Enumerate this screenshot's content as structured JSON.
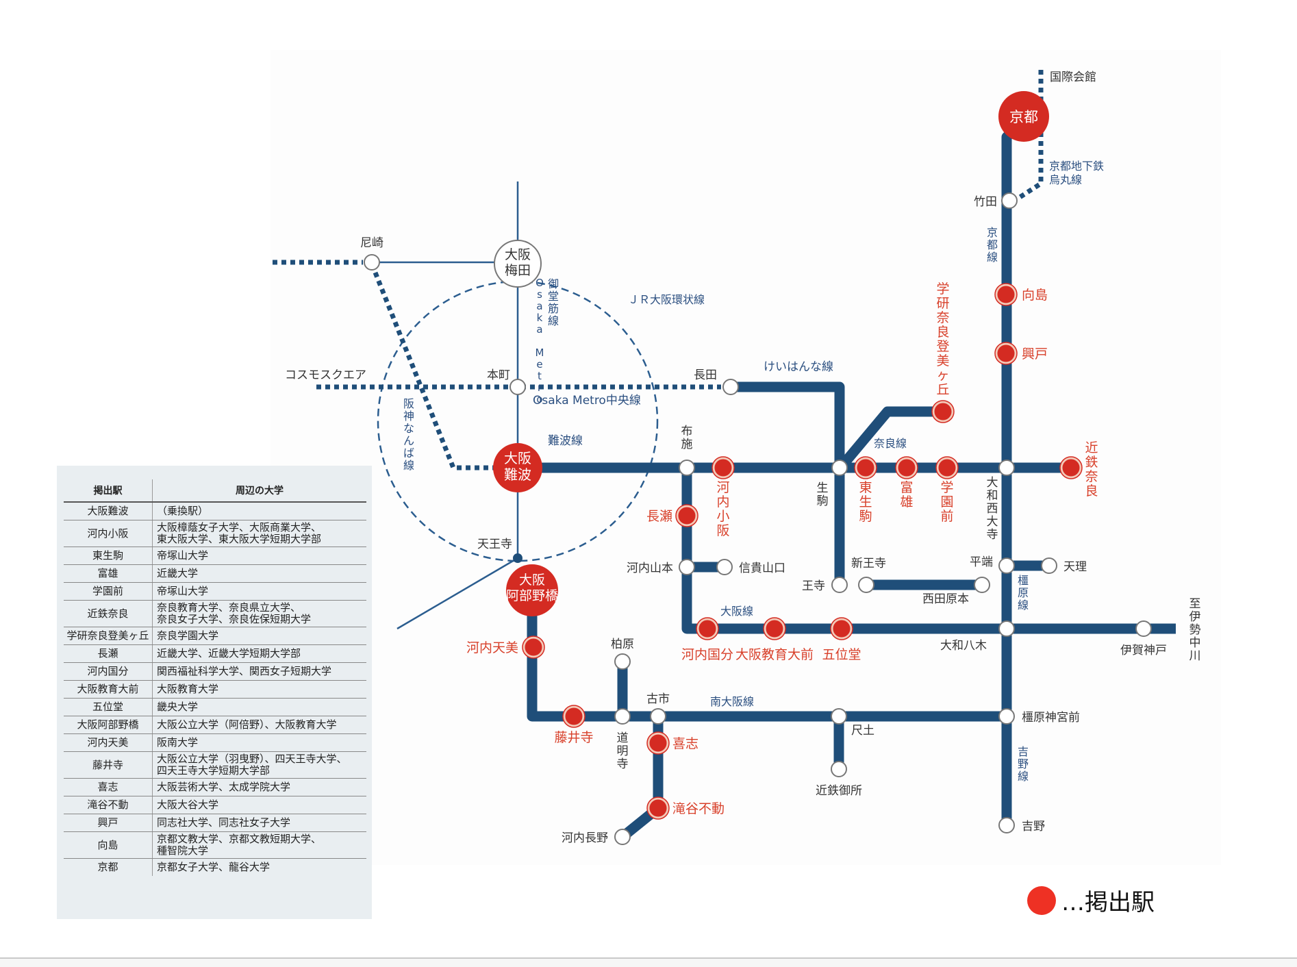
{
  "colors": {
    "line_main": "#1f4e79",
    "line_thin": "#2b5d8f",
    "featured_station": "#d42b22",
    "featured_label": "#d8402a",
    "station_text": "#333333",
    "line_label": "#2b4f80",
    "legend_dot": "#ee3124"
  },
  "map": {
    "stations": {
      "kokusaikaikan": "国際会館",
      "kyoto": "京都",
      "takeda": "竹田",
      "mukaijima": "向島",
      "kodo": "興戸",
      "amagasaki": "尼崎",
      "umeda": "大阪\n梅田",
      "cosmosquare": "コスモスクエア",
      "honmachi": "本町",
      "nagata": "長田",
      "gakken": "学研奈良登美ヶ丘",
      "namba": "大阪\n難波",
      "fuse": "布施",
      "kawachikosaka": "河内小阪",
      "ikoma": "生駒",
      "higashiikoma": "東生駒",
      "tomio": "富雄",
      "gakuenmae": "学園前",
      "saidaiji": "大和西大寺",
      "kintetsunara": "近鉄奈良",
      "nagase": "長瀬",
      "tennoji": "天王寺",
      "abeno": "大阪\n阿部野橋",
      "kawachiyamamoto": "河内山本",
      "shigisanguchi": "信貴山口",
      "oji": "王寺",
      "shinoji": "新王寺",
      "nishidawaramoto": "西田原本",
      "heibata": "平端",
      "tenri": "天理",
      "kawachikokubu": "河内国分",
      "kyoikudaimae": "大阪教育大前",
      "goido": "五位堂",
      "yagi": "大和八木",
      "igakambe": "伊賀神戸",
      "to_isenakagawa": "至\n伊勢中川",
      "kawachiamami": "河内天美",
      "kashiwara": "柏原",
      "furuichi": "古市",
      "fujiidera": "藤井寺",
      "domyoji": "道明寺",
      "kishi": "喜志",
      "takiyafudo": "滝谷不動",
      "kawachinagano": "河内長野",
      "shakudo": "尺土",
      "kintetsugose": "近鉄御所",
      "kashiharajingumae": "橿原神宮前",
      "yoshino": "吉野"
    },
    "lines": {
      "karasuma": "京都地下鉄\n烏丸線",
      "kyoto_line": "京都線",
      "midosuji": "御堂筋線",
      "osaka_metro_vertical": "Osaka Metro",
      "jr_loop": "ＪＲ大阪環状線",
      "chuo": "Osaka Metro中央線",
      "hanshin_namba": "阪神なんば線",
      "keihanna": "けいはんな線",
      "namba_line": "難波線",
      "nara_line": "奈良線",
      "osaka_line": "大阪線",
      "kashihara_line": "橿原線",
      "minami_osaka": "南大阪線",
      "yoshino_line": "吉野線"
    }
  },
  "table": {
    "headers": [
      "掲出駅",
      "周辺の大学"
    ],
    "rows": [
      {
        "station": "大阪難波",
        "universities": "（乗換駅）"
      },
      {
        "station": "河内小阪",
        "universities": "大阪樟蔭女子大学、大阪商業大学、\n東大阪大学、東大阪大学短期大学部"
      },
      {
        "station": "東生駒",
        "universities": "帝塚山大学"
      },
      {
        "station": "富雄",
        "universities": "近畿大学"
      },
      {
        "station": "学園前",
        "universities": "帝塚山大学"
      },
      {
        "station": "近鉄奈良",
        "universities": "奈良教育大学、奈良県立大学、\n奈良女子大学、奈良佐保短期大学"
      },
      {
        "station": "学研奈良登美ヶ丘",
        "universities": "奈良学園大学"
      },
      {
        "station": "長瀬",
        "universities": "近畿大学、近畿大学短期大学部"
      },
      {
        "station": "河内国分",
        "universities": "関西福祉科学大学、関西女子短期大学"
      },
      {
        "station": "大阪教育大前",
        "universities": "大阪教育大学"
      },
      {
        "station": "五位堂",
        "universities": "畿央大学"
      },
      {
        "station": "大阪阿部野橋",
        "universities": "大阪公立大学（阿倍野）、大阪教育大学"
      },
      {
        "station": "河内天美",
        "universities": "阪南大学"
      },
      {
        "station": "藤井寺",
        "universities": "大阪公立大学（羽曳野）、四天王寺大学、\n四天王寺大学短期大学部"
      },
      {
        "station": "喜志",
        "universities": "大阪芸術大学、太成学院大学"
      },
      {
        "station": "滝谷不動",
        "universities": "大阪大谷大学"
      },
      {
        "station": "興戸",
        "universities": "同志社大学、同志社女子大学"
      },
      {
        "station": "向島",
        "universities": "京都文教大学、京都文教短期大学、\n種智院大学"
      },
      {
        "station": "京都",
        "universities": "京都女子大学、龍谷大学"
      }
    ]
  },
  "legend": {
    "label": "…掲出駅"
  }
}
